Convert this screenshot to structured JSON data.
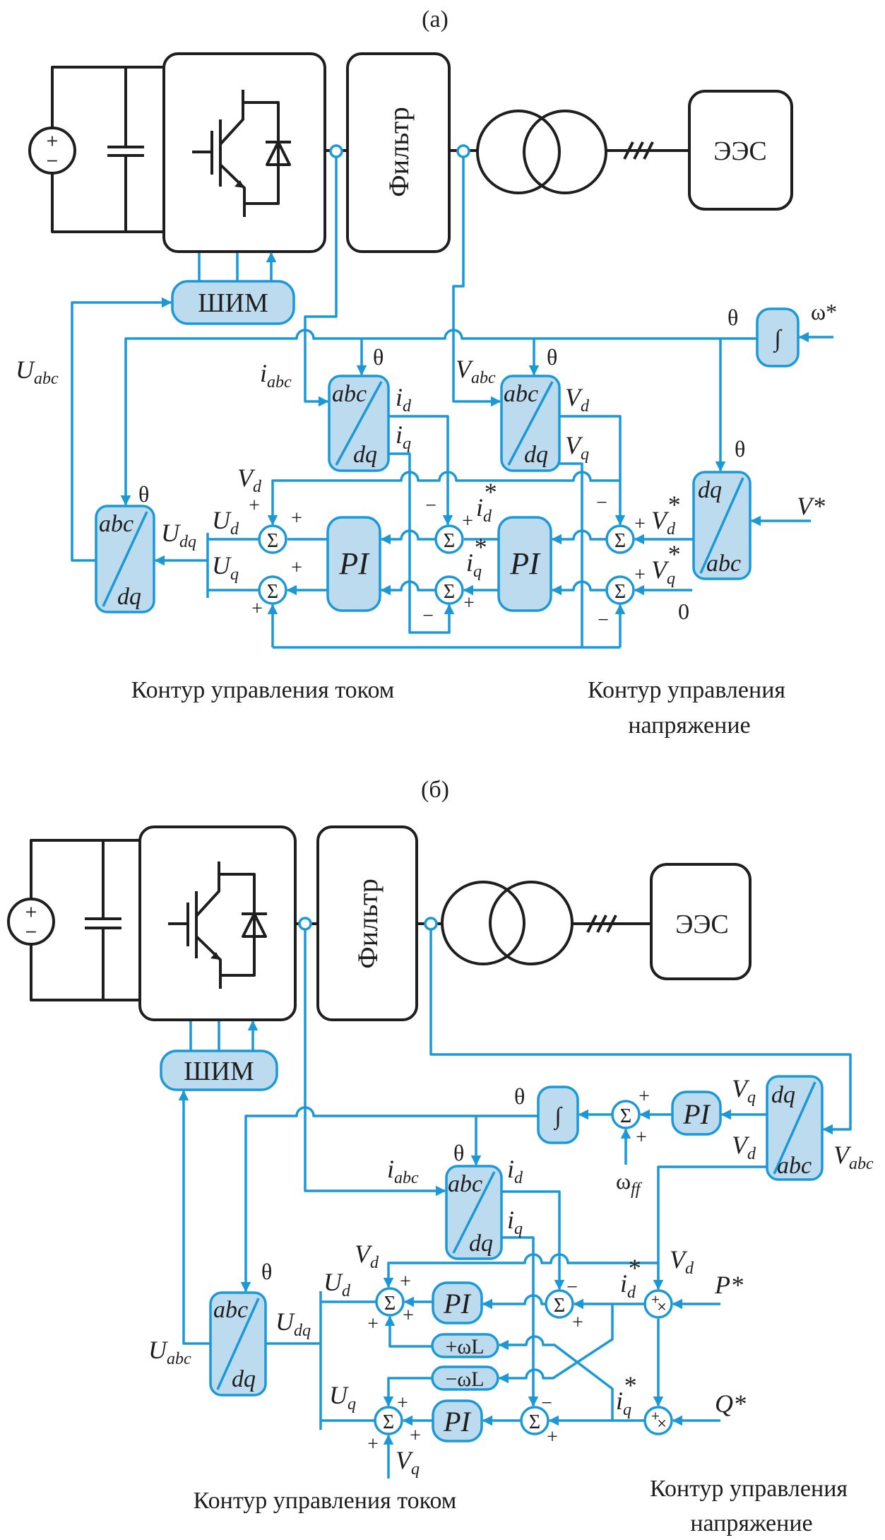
{
  "colors": {
    "signal_line": "#1b98d6",
    "block_fill": "#bcdbef",
    "power_line": "#1e1e1e"
  },
  "icons": [
    "dc-source-icon",
    "capacitor-icon",
    "igbt-icon",
    "diode-icon",
    "transformer-icon",
    "three-phase-line-icon",
    "current-sensor-icon",
    "voltage-sensor-icon"
  ],
  "common": {
    "plus": "+",
    "minus": "−",
    "star": "*",
    "theta": "θ",
    "sigma": "Σ",
    "integral": "∫",
    "times": "×",
    "filter": "Фильтр",
    "grid": "ЭЭС",
    "pwm": "ШИМ",
    "pi": "PI",
    "abc": "abc",
    "dq": "dq",
    "U": "U",
    "V": "V",
    "i": "i",
    "sub_abc": "abc",
    "sub_d": "d",
    "sub_q": "q",
    "sub_dq": "dq",
    "sub_ff": "ff"
  },
  "panel_a": {
    "title": "(а)",
    "omega_ref": "ω*",
    "V_ref": "V*",
    "zero": "0",
    "caption_current": "Контур управления током",
    "caption_voltage_1": "Контур управления",
    "caption_voltage_2": "напряжение"
  },
  "panel_b": {
    "title": "(б)",
    "omega_ff": "ω",
    "P_ref": "P*",
    "Q_ref": "Q*",
    "plus_omega_L": "+ωL",
    "minus_omega_L": "−ωL",
    "caption_current": "Контур управления током",
    "caption_voltage_1": "Контур управления",
    "caption_voltage_2": "напряжение"
  }
}
